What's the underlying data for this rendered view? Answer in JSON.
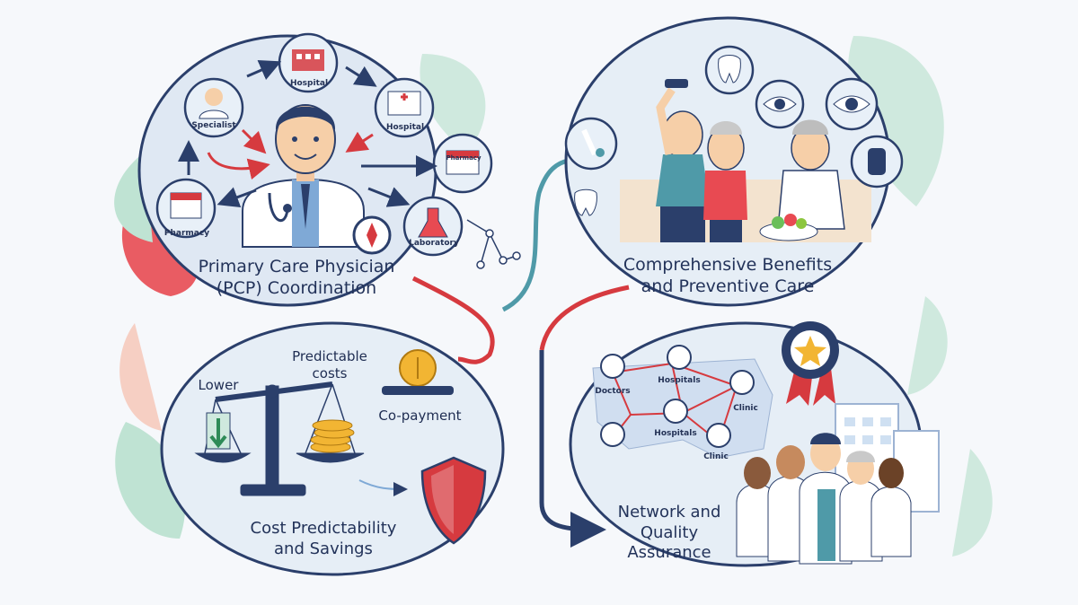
{
  "panels": [
    {
      "id": "pcp",
      "title_line1": "Primary Care Physician",
      "title_line2": "(PCP) Coordination",
      "nodes": {
        "specialist": "Specialist",
        "hospital_top": "Hospital",
        "hospital_right": "Hospital",
        "pharmacy_top": "Pharmacy",
        "pharmacy": "Pharmacy",
        "laboratory": "Laboratory"
      }
    },
    {
      "id": "benefits",
      "title_line1": "Comprehensive Benefits",
      "title_line2": "and Preventive Care"
    },
    {
      "id": "cost",
      "title_line1": "Cost Predictability",
      "title_line2": "and Savings",
      "labels": {
        "lower": "Lower",
        "predictable_line1": "Predictable",
        "predictable_line2": "costs",
        "copayment": "Co-payment"
      }
    },
    {
      "id": "network",
      "title_line1": "Network and",
      "title_line2": "Quality",
      "title_line3": "Assurance",
      "labels": {
        "doctors": "Doctors",
        "hospitals": "Hospitals",
        "clinic_top": "Clinic",
        "hospitals_mid": "Hospitals",
        "clinic_bottom": "Clinic"
      }
    }
  ],
  "colors": {
    "navy": "#2b3f6b",
    "red": "#d63a3f",
    "teal": "#4f9aa8",
    "bubble": "#dfe8f3",
    "green": "#cfe9de"
  }
}
